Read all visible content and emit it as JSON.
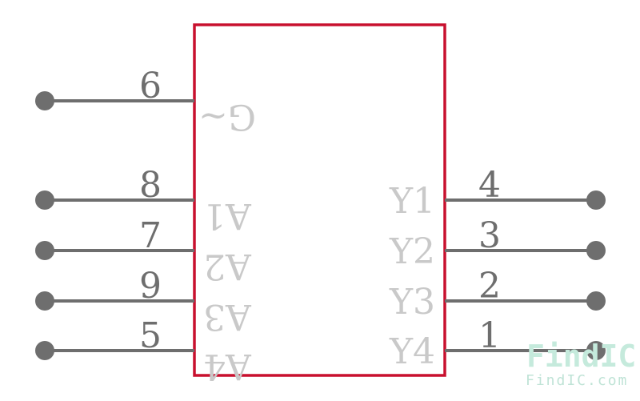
{
  "component": {
    "body_color": "#c8102e",
    "wire_color": "#6e6e6e",
    "name_color": "#c9c9c9"
  },
  "left_pins": [
    {
      "number": "6",
      "name": "G~",
      "rotate_name": true
    },
    {
      "number": "8",
      "name": "A1",
      "rotate_name": true
    },
    {
      "number": "7",
      "name": "A2",
      "rotate_name": true
    },
    {
      "number": "9",
      "name": "A3",
      "rotate_name": true
    },
    {
      "number": "5",
      "name": "A4",
      "rotate_name": true
    }
  ],
  "right_pins": [
    {
      "number": "4",
      "name": "Y1"
    },
    {
      "number": "3",
      "name": "Y2"
    },
    {
      "number": "2",
      "name": "Y3"
    },
    {
      "number": "1",
      "name": "Y4"
    }
  ],
  "watermark": {
    "logo_text": "FindIC",
    "url_text": "FindIC.com",
    "logo_green": "#c5eadc",
    "logo_orange": "#f6d7b8"
  }
}
